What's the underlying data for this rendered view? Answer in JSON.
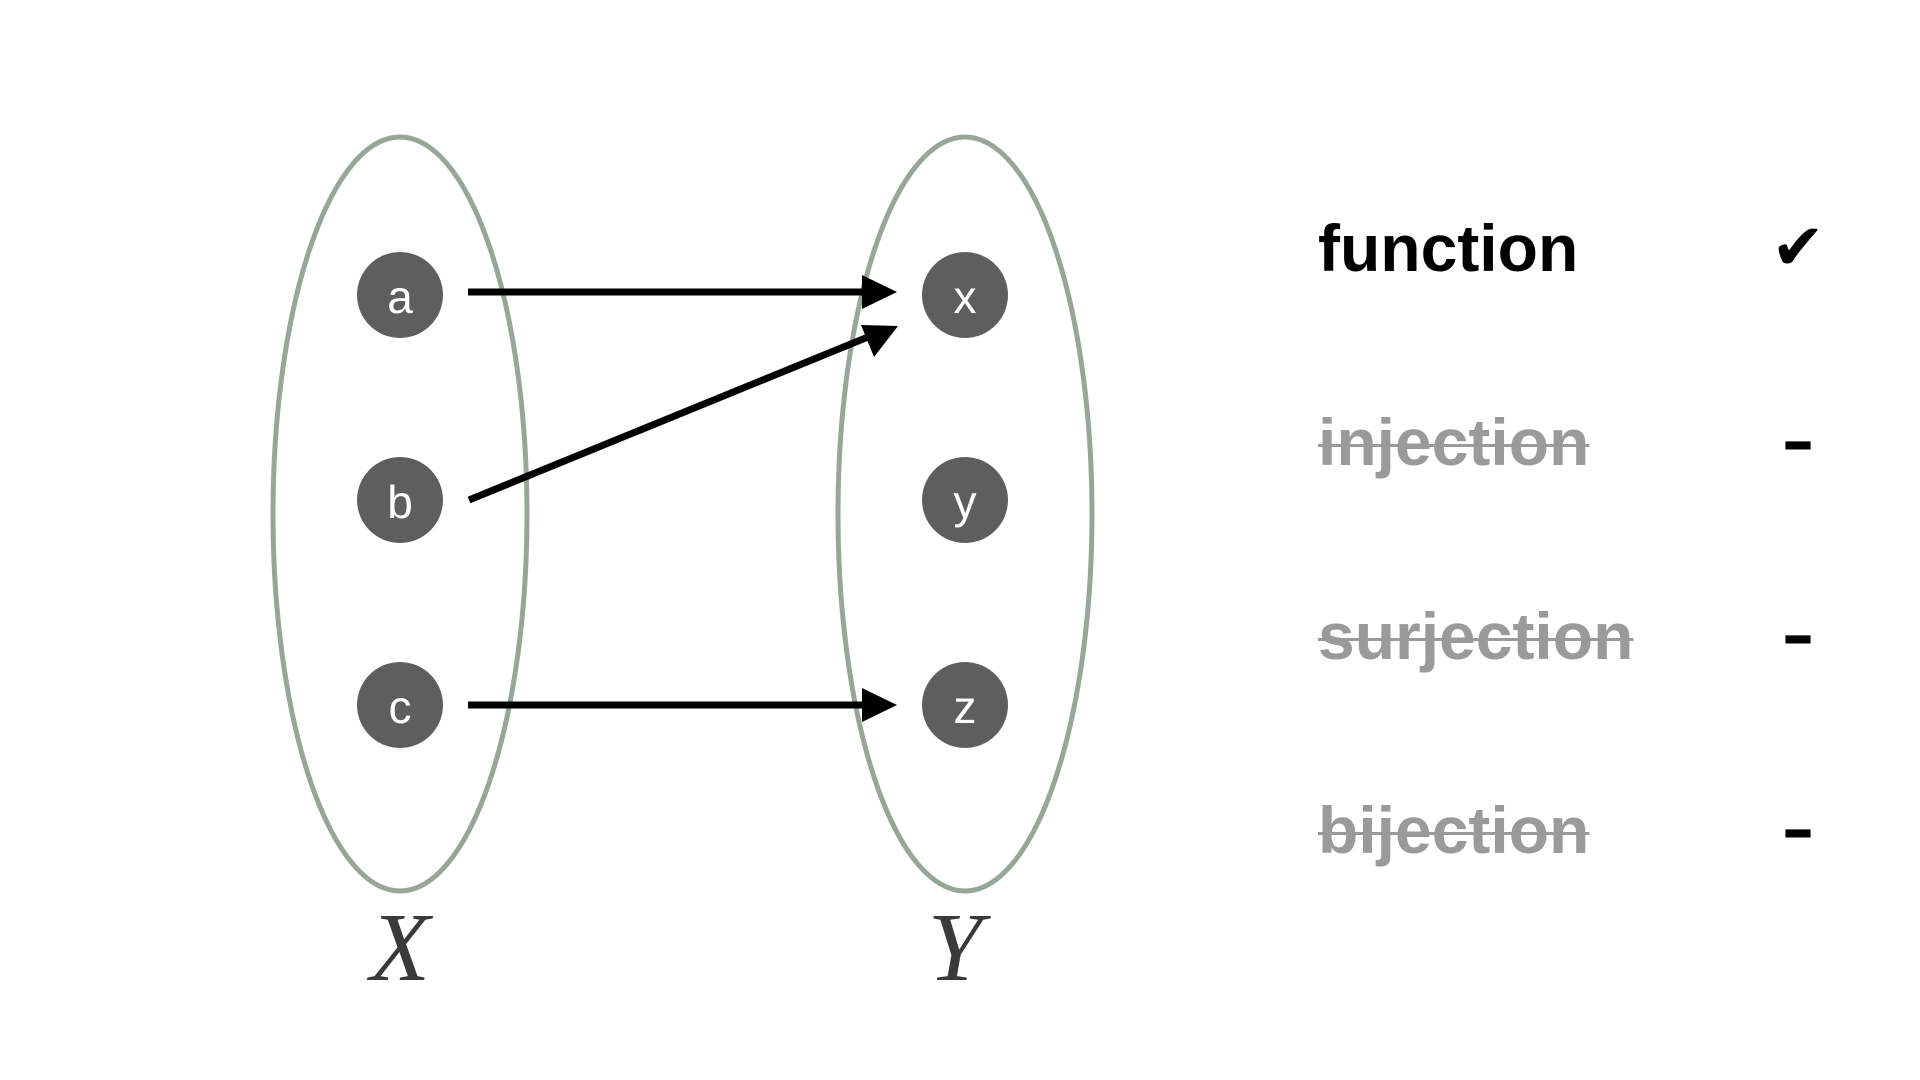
{
  "sets": [
    {
      "label": "X",
      "elements": [
        "a",
        "b",
        "c"
      ]
    },
    {
      "label": "Y",
      "elements": [
        "x",
        "y",
        "z"
      ]
    }
  ],
  "mapping": [
    {
      "from": "a",
      "to": "x"
    },
    {
      "from": "b",
      "to": "x"
    },
    {
      "from": "c",
      "to": "z"
    }
  ],
  "properties": [
    {
      "name": "function",
      "holds": true,
      "mark": "✔",
      "mark_icon": "check-mark-icon"
    },
    {
      "name": "injection",
      "holds": false,
      "mark": "–",
      "mark_icon": "dash-icon"
    },
    {
      "name": "surjection",
      "holds": false,
      "mark": "–",
      "mark_icon": "dash-icon"
    },
    {
      "name": "bijection",
      "holds": false,
      "mark": "–",
      "mark_icon": "dash-icon"
    }
  ],
  "colors": {
    "set_outline": "#98a69a",
    "element_fill": "#5e5e5e",
    "arrow": "#000000",
    "property_holds": "#000000",
    "property_fails": "#9a9a9a"
  }
}
